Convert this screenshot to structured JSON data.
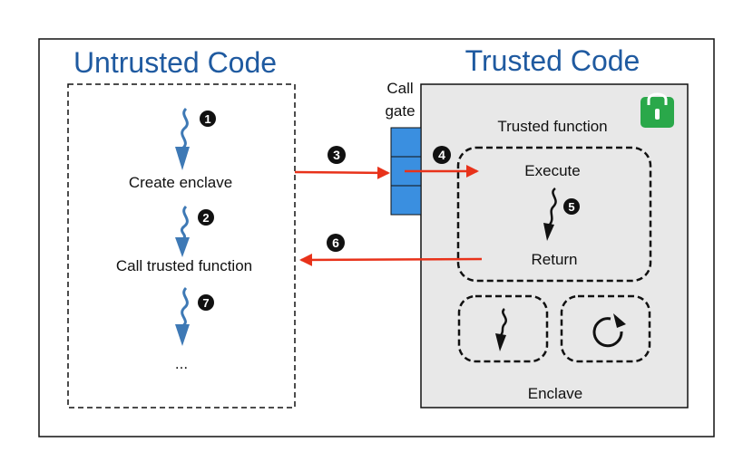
{
  "untrusted": {
    "title": "Untrusted Code",
    "step1_text": "Create enclave",
    "step2_text": "Call trusted function",
    "ellipsis": "..."
  },
  "trusted": {
    "title": "Trusted Code",
    "function_label": "Trusted function",
    "execute_label": "Execute",
    "return_label": "Return",
    "enclave_label": "Enclave"
  },
  "call_gate": {
    "line1": "Call",
    "line2": "gate"
  },
  "markers": {
    "m1": "1",
    "m2": "2",
    "m3": "3",
    "m4": "4",
    "m5": "5",
    "m6": "6",
    "m7": "7"
  },
  "colors": {
    "title_blue": "#1f5aa0",
    "flow_blue": "#3e79b5",
    "gate_blue": "#3a8fe0",
    "red_arrow": "#e8321a",
    "enclave_fill": "#e8e8e8",
    "lock_green": "#2aa84a"
  }
}
